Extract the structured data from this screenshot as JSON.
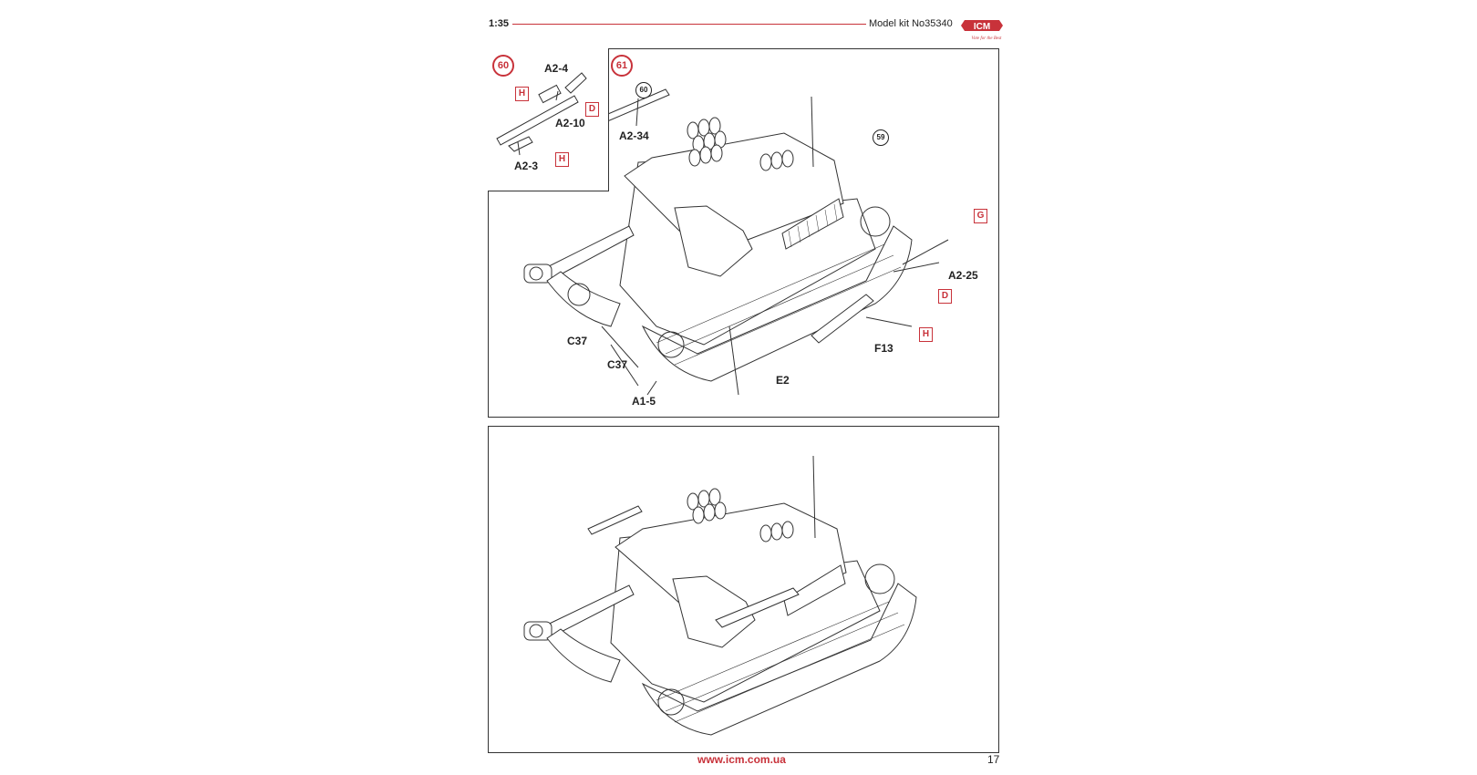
{
  "header": {
    "scale": "1:35",
    "model_kit": "Model kit No35340",
    "logo_text": "ICM",
    "logo_tagline": "Vote for the Best"
  },
  "steps": {
    "step60": {
      "number": "60"
    },
    "step61": {
      "number": "61"
    }
  },
  "refs": {
    "ref60": "60",
    "ref59": "59",
    "ref61": "61"
  },
  "inset_parts": {
    "a2_4": "A2-4",
    "a2_10": "A2-10",
    "a2_3": "A2-3",
    "h1": "H",
    "d": "D",
    "h2": "H"
  },
  "main_parts": {
    "a2_34": "A2-34",
    "g": "G",
    "a2_25": "A2-25",
    "d": "D",
    "h": "H",
    "f13": "F13",
    "c37_a": "C37",
    "c37_b": "C37",
    "e2": "E2",
    "a1_5": "A1-5"
  },
  "footer": {
    "url": "www.icm.com.ua",
    "page_number": "17"
  },
  "colors": {
    "accent": "#c8323a",
    "line": "#333333"
  }
}
